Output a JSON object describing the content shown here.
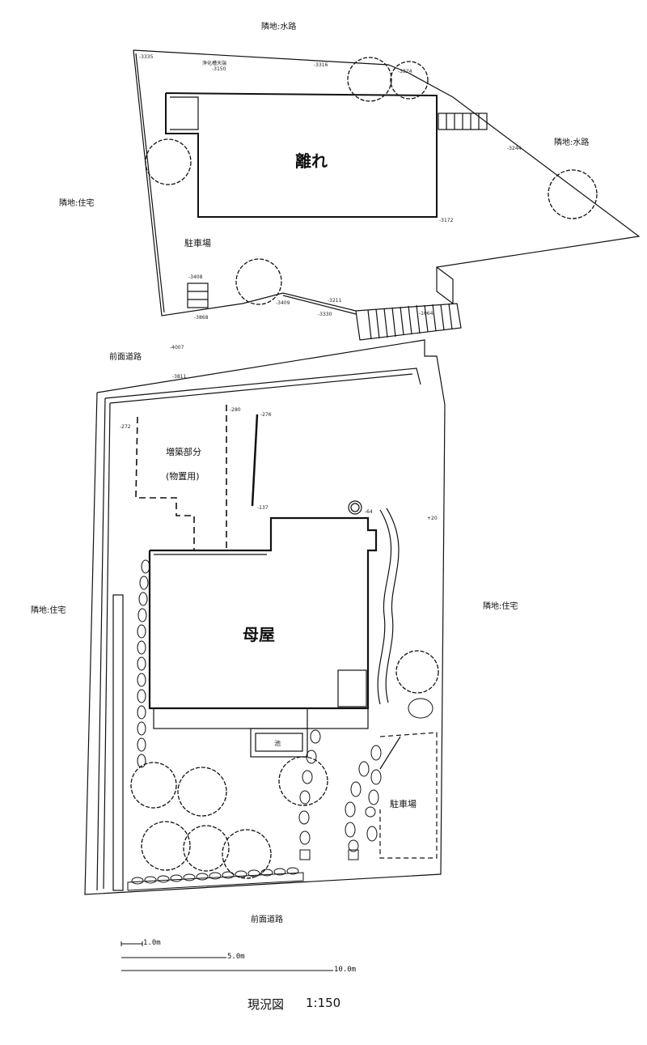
{
  "neighbors": {
    "top": "隣地:水路",
    "top_right": "隣地:水路",
    "upper_left": "隣地:住宅",
    "lower_left": "隣地:住宅",
    "lower_right": "隣地:住宅"
  },
  "roads": {
    "middle": "前面道路",
    "bottom": "前面道路"
  },
  "buildings": {
    "annex": "離れ",
    "main_house": "母屋",
    "extension": "増築部分",
    "extension_use": "(物置用)",
    "pond": "池"
  },
  "parking": {
    "upper": "駐車場",
    "lower": "駐車場"
  },
  "septic_label": "浄化槽天端",
  "levels": [
    "-3335",
    "-3150",
    "-3316",
    "-3324",
    "-3244",
    "-3172",
    "-3408",
    "-3868",
    "-3409",
    "-3211",
    "-3330",
    "-1064",
    "-4007",
    "-3811",
    "-272",
    "-280",
    "-276",
    "-137",
    "-64",
    "+20"
  ],
  "scale_bars": [
    "1.0m",
    "5.0m",
    "10.0m"
  ],
  "title": "現況図",
  "scale": "1:150"
}
